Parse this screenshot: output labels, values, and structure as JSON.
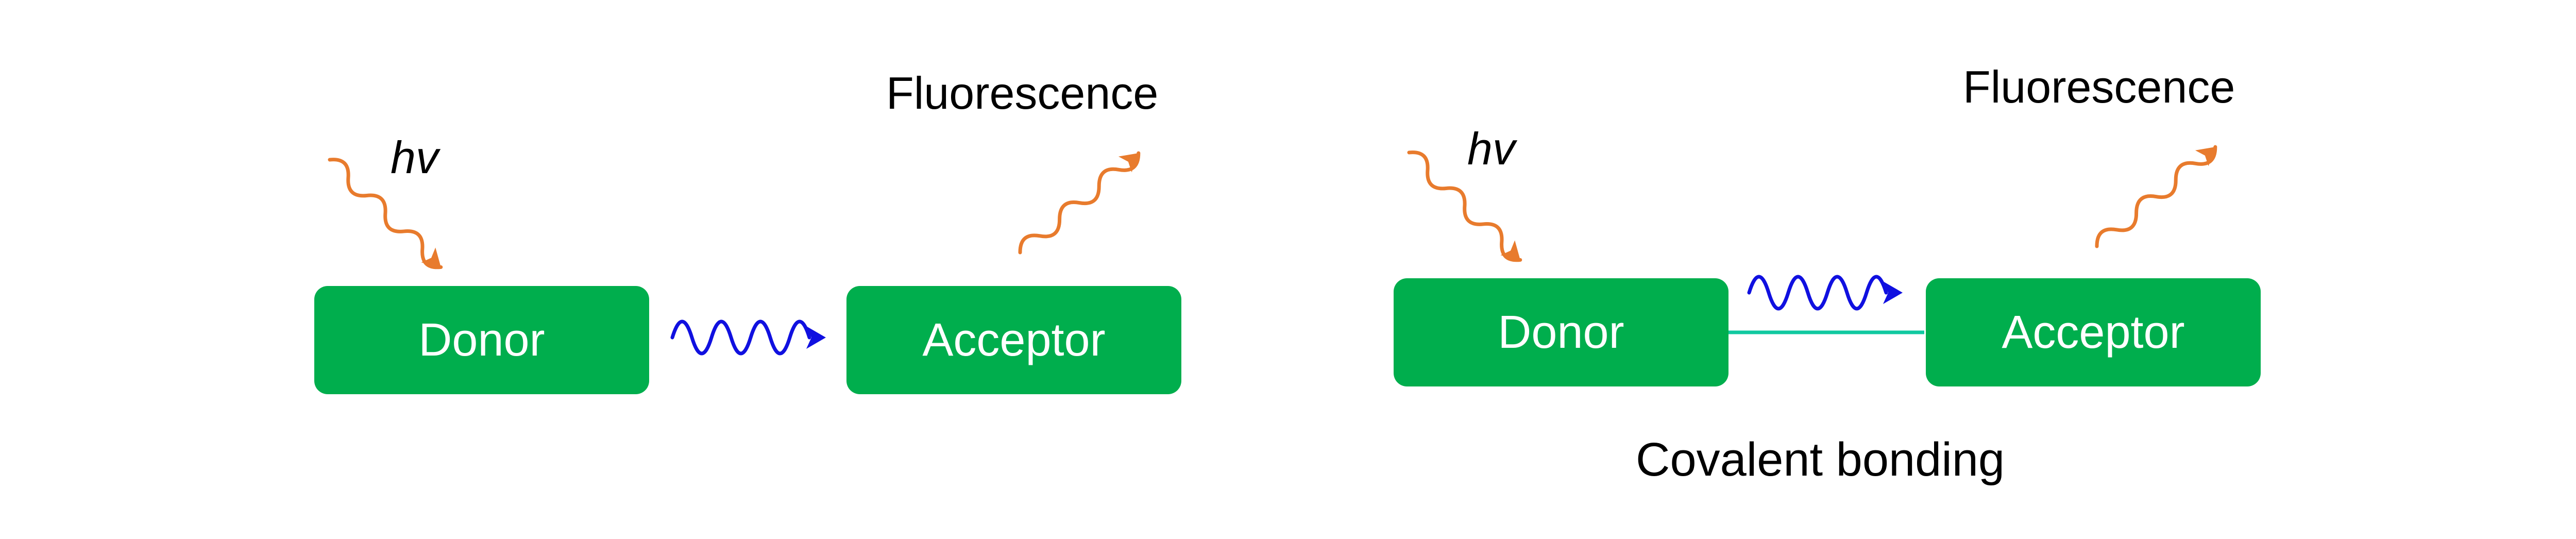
{
  "colors": {
    "box_fill": "#00AE4D",
    "photon_arrow": "#E87B2D",
    "energy_transfer_arrow": "#1010E0",
    "bond_line": "#10C9A0",
    "text": "#000000",
    "box_text": "#FFFFFF"
  },
  "panels": [
    {
      "donor": "Donor",
      "acceptor": "Acceptor",
      "excitation": "hv",
      "emission": "Fluorescence"
    },
    {
      "donor": "Donor",
      "acceptor": "Acceptor",
      "excitation": "hv",
      "emission": "Fluorescence",
      "linkage": "Covalent bonding"
    }
  ]
}
